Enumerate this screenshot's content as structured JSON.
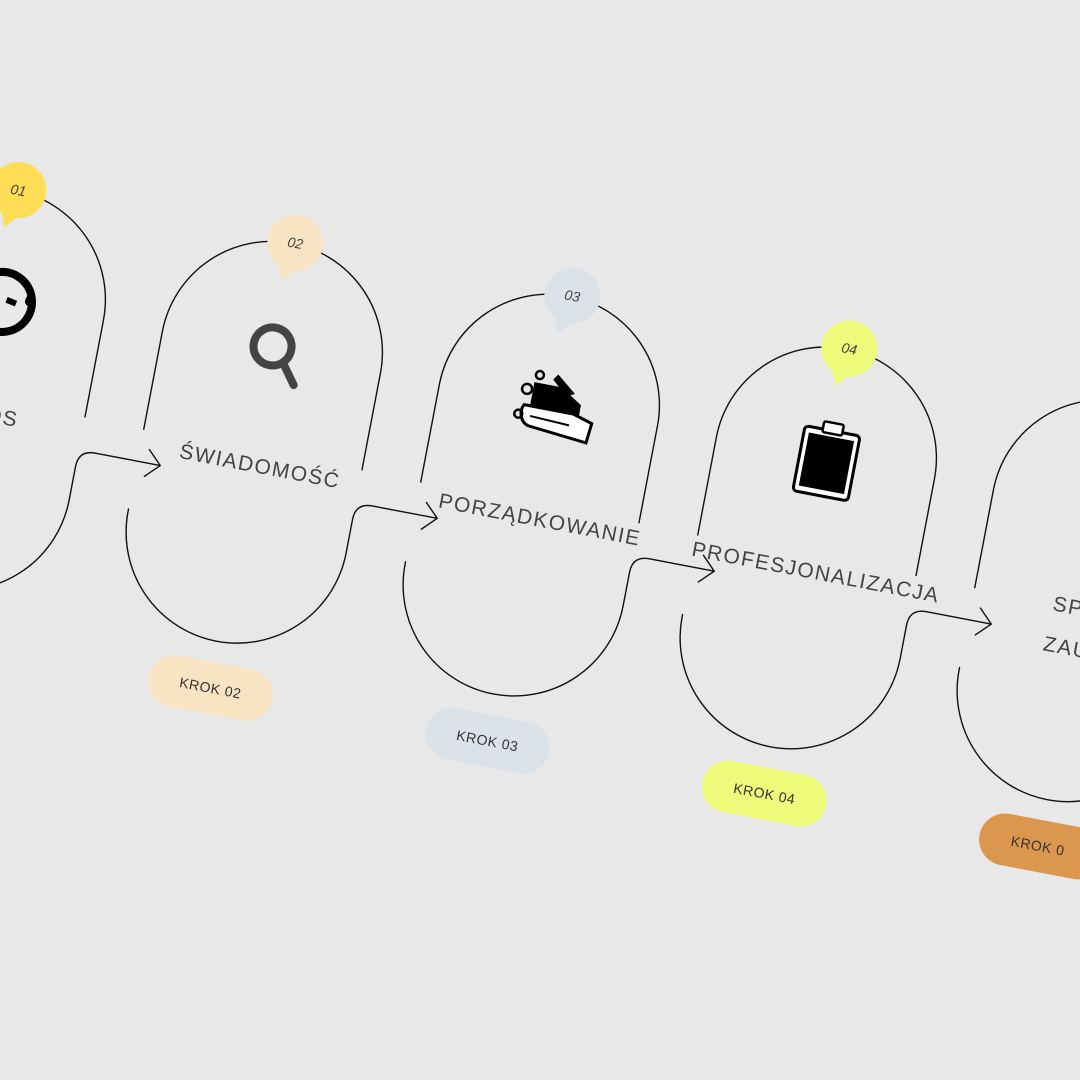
{
  "steps": [
    {
      "number": "01",
      "label": "OS",
      "krok": "",
      "icon": "face-drop-icon",
      "bubble_color": "#ffdd55",
      "pill_color": ""
    },
    {
      "number": "02",
      "label": "ŚWIADOMOŚĆ",
      "krok": "KROK 02",
      "icon": "magnifier-icon",
      "bubble_color": "#f8e4c2",
      "pill_color": "#f8e4c2"
    },
    {
      "number": "03",
      "label": "PORZĄDKOWANIE",
      "krok": "KROK 03",
      "icon": "washing-hands-icon",
      "bubble_color": "#dbe2e8",
      "pill_color": "#dbe2e8"
    },
    {
      "number": "04",
      "label": "PROFESJONALIZACJA",
      "krok": "KROK 04",
      "icon": "clipboard-icon",
      "bubble_color": "#eefa7a",
      "pill_color": "#eefa7a"
    },
    {
      "number": "",
      "label_line1": "SP",
      "label_line2": "ZAU",
      "krok": "KROK 0",
      "pill_color": "#dc974f"
    }
  ],
  "colors": {
    "background": "#e8e8e8",
    "line": "#111111",
    "text": "#444444"
  }
}
